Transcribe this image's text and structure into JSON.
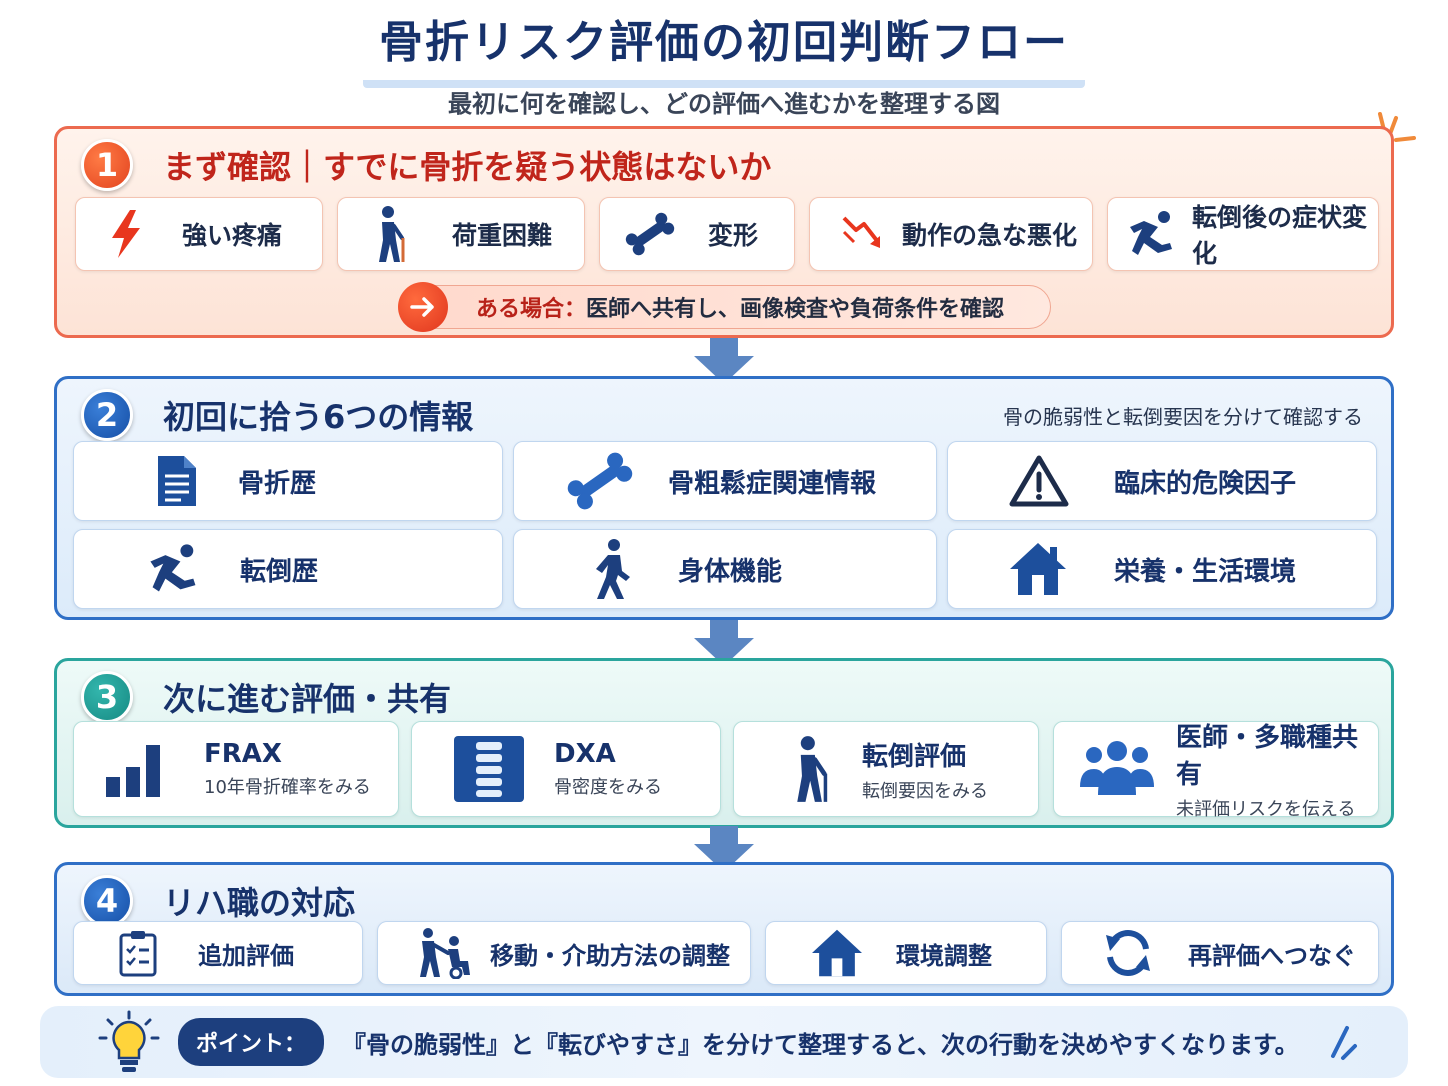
{
  "title": "骨折リスク評価の初回判断フロー",
  "subtitle": "最初に何を確認し、どの評価へ進むかを整理する図",
  "sections": [
    {
      "num": "1",
      "title": "まず確認｜すでに骨折を疑う状態はないか",
      "items": [
        {
          "label": "強い疼痛",
          "icon": "lightning-icon"
        },
        {
          "label": "荷重困難",
          "icon": "walking-cane-icon"
        },
        {
          "label": "変形",
          "icon": "bone-icon"
        },
        {
          "label": "動作の急な悪化",
          "icon": "trend-down-icon"
        },
        {
          "label": "転倒後の症状変化",
          "icon": "falling-person-icon"
        }
      ],
      "action_lead": "ある場合：",
      "action_text": "医師へ共有し、画像検査や負荷条件を確認"
    },
    {
      "num": "2",
      "title": "初回に拾う6つの情報",
      "note": "骨の脆弱性と転倒要因を分けて確認する",
      "items": [
        {
          "label": "骨折歴",
          "icon": "document-icon"
        },
        {
          "label": "骨粗鬆症関連情報",
          "icon": "bone-icon"
        },
        {
          "label": "臨床的危険因子",
          "icon": "warning-icon"
        },
        {
          "label": "転倒歴",
          "icon": "falling-person-icon"
        },
        {
          "label": "身体機能",
          "icon": "walking-person-icon"
        },
        {
          "label": "栄養・生活環境",
          "icon": "house-icon"
        }
      ]
    },
    {
      "num": "3",
      "title": "次に進む評価・共有",
      "items": [
        {
          "label": "FRAX",
          "sub": "10年骨折確率をみる",
          "icon": "bar-chart-icon"
        },
        {
          "label": "DXA",
          "sub": "骨密度をみる",
          "icon": "spine-icon"
        },
        {
          "label": "転倒評価",
          "sub": "転倒要因をみる",
          "icon": "walking-cane-icon"
        },
        {
          "label": "医師・多職種共有",
          "sub": "未評価リスクを伝える",
          "icon": "group-icon"
        }
      ]
    },
    {
      "num": "4",
      "title": "リハ職の対応",
      "items": [
        {
          "label": "追加評価",
          "icon": "checklist-icon"
        },
        {
          "label": "移動・介助方法の調整",
          "icon": "assist-icon"
        },
        {
          "label": "環境調整",
          "icon": "house-icon"
        },
        {
          "label": "再評価へつなぐ",
          "icon": "refresh-icon"
        }
      ]
    }
  ],
  "point": {
    "label": "ポイント：",
    "text": "『骨の脆弱性』と『転びやすさ』を分けて整理すると、次の行動を決めやすくなります。",
    "icon": "lightbulb-icon"
  },
  "colors": {
    "navy": "#17326b",
    "orange_red": "#ec6a4f",
    "blue": "#2f6fc6",
    "teal": "#2aa59d"
  }
}
